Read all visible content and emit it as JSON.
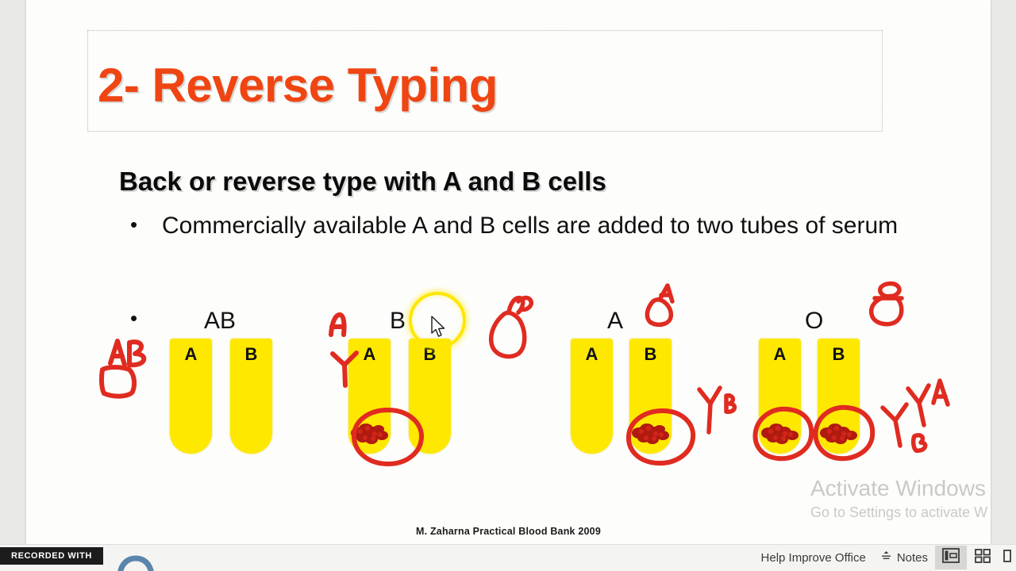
{
  "slide": {
    "title": "2- Reverse Typing",
    "headline": "Back or reverse type with A and B cells",
    "bullets": [
      "Commercially available A and B cells are added to two tubes of serum",
      ""
    ],
    "bullet_marker": "•",
    "caption": "M. Zaharna Practical Blood Bank 2009",
    "title_color": "#ef4512",
    "tube_color": "#ffe800",
    "ink_color": "#e02b20",
    "clump_color": "#b01a10"
  },
  "figure": {
    "groups": [
      {
        "blood_type": "AB",
        "tubes": [
          {
            "label": "A",
            "agglutination": false
          },
          {
            "label": "B",
            "agglutination": false
          }
        ]
      },
      {
        "blood_type": "B",
        "tubes": [
          {
            "label": "A",
            "agglutination": true
          },
          {
            "label": "B",
            "agglutination": false
          }
        ]
      },
      {
        "blood_type": "A",
        "tubes": [
          {
            "label": "A",
            "agglutination": false
          },
          {
            "label": "B",
            "agglutination": true
          }
        ]
      },
      {
        "blood_type": "O",
        "tubes": [
          {
            "label": "A",
            "agglutination": true
          },
          {
            "label": "B",
            "agglutination": true
          }
        ]
      }
    ]
  },
  "annotations": {
    "ab_label": "AB",
    "anti_a_left": "A",
    "anti_b_mid": "B",
    "anti_a_right": "A",
    "anti_b_right": "B"
  },
  "watermark": {
    "title": "Activate Windows",
    "subtitle": "Go to Settings to activate W"
  },
  "taskbar": {
    "recorded_with": "RECORDED WITH",
    "help_improve": "Help Improve Office",
    "notes": "Notes",
    "view_normal": "normal-view",
    "view_sorter": "slide-sorter-view"
  }
}
